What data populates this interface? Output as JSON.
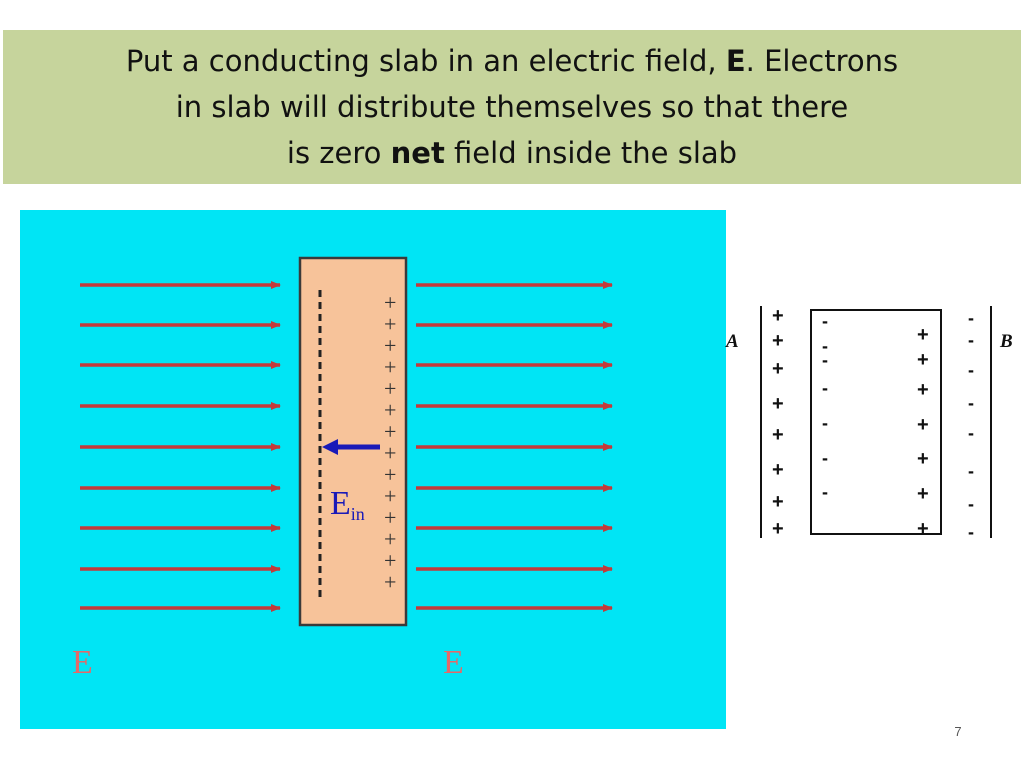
{
  "slide": {
    "title": {
      "line1_a": "Put a conducting slab in an electric field, ",
      "line1_bold": "E",
      "line1_b": ".  Electrons",
      "line2": "in slab will distribute themselves so that there",
      "line3_a": "is zero ",
      "line3_bold": "net",
      "line3_b": " field inside the slab"
    },
    "slide_number": "7"
  },
  "diagram_left": {
    "field_label_left": "E",
    "field_label_right": "E",
    "inside_field_label": "E",
    "inside_field_subscript": "in",
    "plus_sign": "+",
    "colors": {
      "background": "#00e5f5",
      "slab_fill": "#f7c39a",
      "arrow": "#c43a3a",
      "inner_arrow": "#1a1ab8",
      "label": "#e26a6a"
    }
  },
  "diagram_right": {
    "label_a": "A",
    "label_b": "B",
    "plus_sign": "+",
    "minus_sign": "-"
  }
}
